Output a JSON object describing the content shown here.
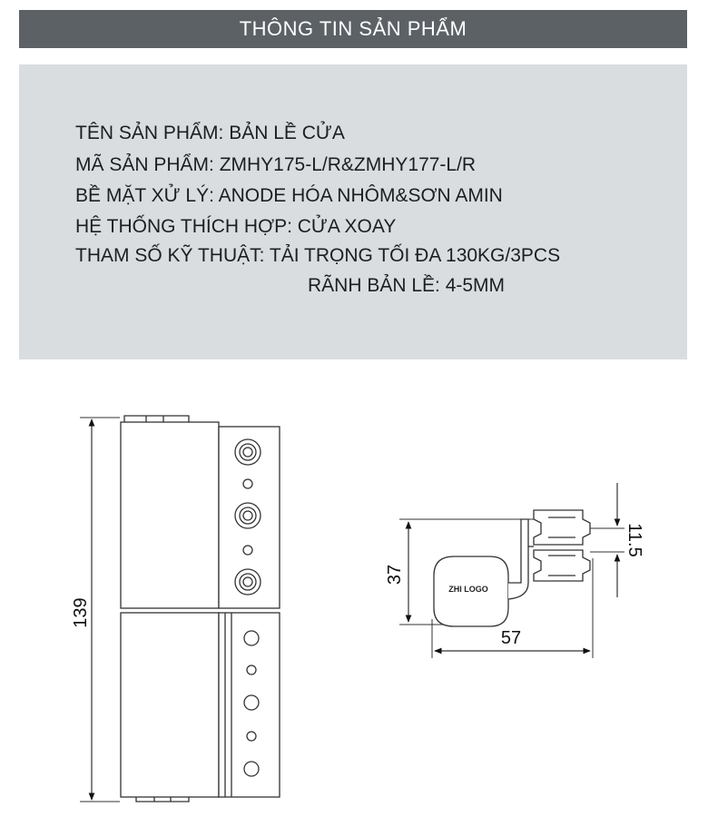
{
  "header": {
    "title": "THÔNG TIN SẢN PHẨM"
  },
  "info": {
    "lines": [
      "TÊN SẢN PHẨM: BẢN LỀ CỬA",
      "MÃ SẢN PHẨM: ZMHY175-L/R&ZMHY177-L/R",
      "BỀ MẶT XỬ LÝ: ANODE HÓA NHÔM&SƠN AMIN",
      "HỆ THỐNG THÍCH HỢP: CỬA XOAY",
      "THAM SỐ KỸ THUẬT: TẢI TRỌNG TỐI ĐA 130KG/3PCS",
      "RÃNH BẢN LỀ: 4-5MM"
    ]
  },
  "drawing": {
    "height_label": "139",
    "side_height_label": "37",
    "side_width_label": "57",
    "side_gap_label": "11.5",
    "logo_text": "ZHI LOGO"
  }
}
